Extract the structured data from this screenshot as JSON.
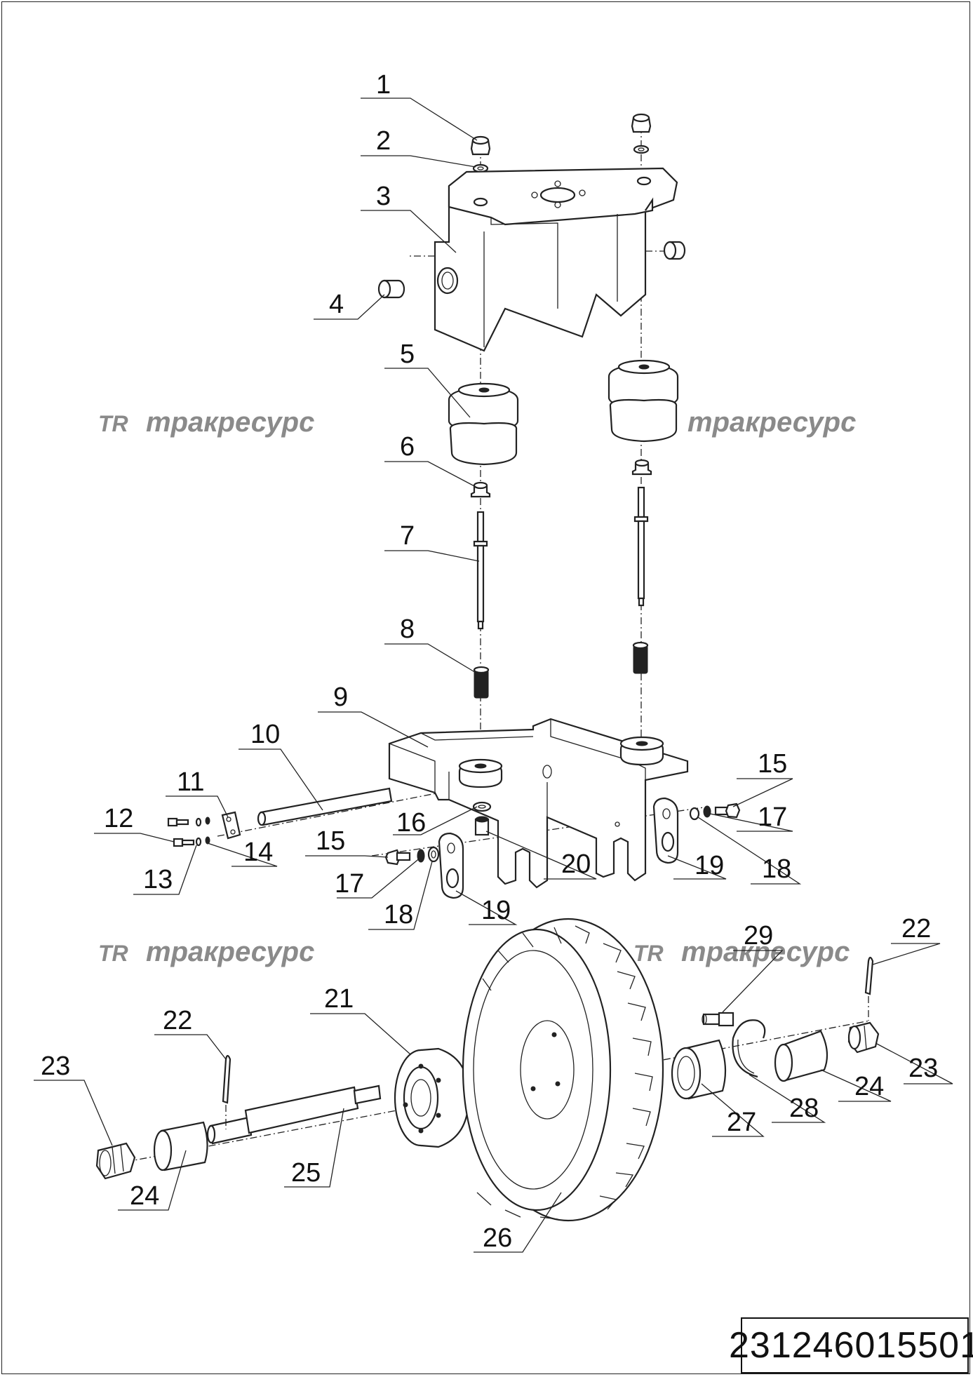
{
  "document_number": "231246015501",
  "watermark": {
    "logo_text": "TR",
    "brand_text": "тракресурс",
    "instances": [
      "wm-1",
      "wm-2",
      "wm-3",
      "wm-4"
    ]
  },
  "callouts": [
    {
      "id": "c1",
      "number": "1"
    },
    {
      "id": "c2",
      "number": "2"
    },
    {
      "id": "c3",
      "number": "3"
    },
    {
      "id": "c4",
      "number": "4"
    },
    {
      "id": "c5",
      "number": "5"
    },
    {
      "id": "c6",
      "number": "6"
    },
    {
      "id": "c7",
      "number": "7"
    },
    {
      "id": "c8",
      "number": "8"
    },
    {
      "id": "c9",
      "number": "9"
    },
    {
      "id": "c10",
      "number": "10"
    },
    {
      "id": "c11",
      "number": "11"
    },
    {
      "id": "c12",
      "number": "12"
    },
    {
      "id": "c13",
      "number": "13"
    },
    {
      "id": "c14",
      "number": "14"
    },
    {
      "id": "c15a",
      "number": "15"
    },
    {
      "id": "c15b",
      "number": "15"
    },
    {
      "id": "c16",
      "number": "16"
    },
    {
      "id": "c17a",
      "number": "17"
    },
    {
      "id": "c17b",
      "number": "17"
    },
    {
      "id": "c18a",
      "number": "18"
    },
    {
      "id": "c18b",
      "number": "18"
    },
    {
      "id": "c19a",
      "number": "19"
    },
    {
      "id": "c19b",
      "number": "19"
    },
    {
      "id": "c20",
      "number": "20"
    },
    {
      "id": "c21",
      "number": "21"
    },
    {
      "id": "c22a",
      "number": "22"
    },
    {
      "id": "c22b",
      "number": "22"
    },
    {
      "id": "c23a",
      "number": "23"
    },
    {
      "id": "c23b",
      "number": "23"
    },
    {
      "id": "c24a",
      "number": "24"
    },
    {
      "id": "c24b",
      "number": "24"
    },
    {
      "id": "c25",
      "number": "25"
    },
    {
      "id": "c26",
      "number": "26"
    },
    {
      "id": "c27",
      "number": "27"
    },
    {
      "id": "c28",
      "number": "28"
    },
    {
      "id": "c29",
      "number": "29"
    }
  ]
}
